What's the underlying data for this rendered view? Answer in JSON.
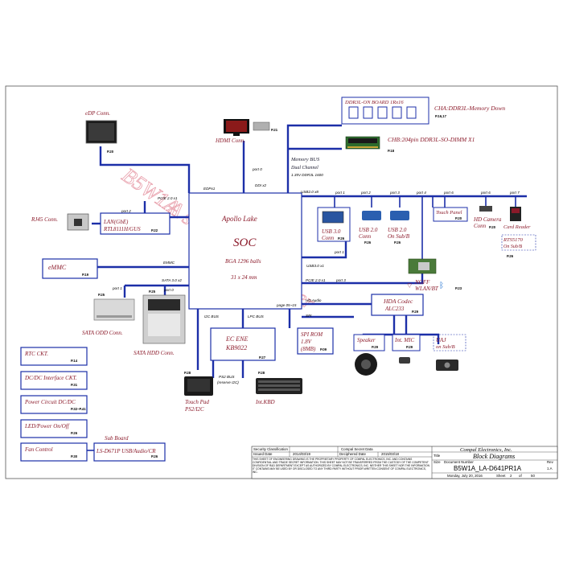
{
  "colors": {
    "wire": "#1c2fa8",
    "label": "#8b1a2a",
    "watermark": "#e8a0ac"
  },
  "soc": {
    "name": "Apollo  Lake",
    "title": "SOC",
    "pkg": "BGA 1296 balls",
    "size": "31 x 24 mm",
    "page": "page 05~15"
  },
  "edp": {
    "label": "eDP Conn.",
    "page": "P.20"
  },
  "hdmi": {
    "label": "HDMI Conn.",
    "page": "P.21"
  },
  "memory": {
    "onboard": "DDR3L-ON BOARD 1Rx16",
    "cha": "CHA:DDR3L-Memory Down",
    "cha_page": "P.16,17",
    "chb": "CHB:204pin DDR3L-SO-DIMM X1",
    "chb_page": "P.18",
    "bus": "Memory BUS",
    "bus2": "Dual Channel",
    "bus3": "1.35V DDR3L 1600"
  },
  "bus_labels": {
    "port0": "port 0",
    "edp": "EDPx1",
    "ddi": "DDI x2",
    "usb20": "USB2.0 x8",
    "pcie20x1_top": "PCIE 2.0 x1",
    "port2": "port 2",
    "emmc_bus": "EMMC",
    "sata": "SATA 3.0 x2",
    "port1_sata": "port 1",
    "port0_sata": "port 0",
    "usb30": "USB3.0 x1",
    "port1_usb30": "port 1",
    "pcie_x1_mid": "PCIE 2.0 x1",
    "port3_pcie": "port 3",
    "hda": "HD Audio",
    "spi": "SPI",
    "dc_bus": "I2C BUS",
    "lpc": "LPC BUS",
    "ps2": "PS2 BUS",
    "ps2b": "(reserve I2C)"
  },
  "usb_ports": [
    "port 1",
    "port 2",
    "port 3",
    "port 4",
    "port 6",
    "port 6",
    "port 7"
  ],
  "lan": {
    "label": "LAN(GbE)",
    "chip": "RTL8111H/GUS",
    "page": "P.22"
  },
  "rj45": {
    "label": "RJ45 Conn."
  },
  "emmc": {
    "label": "eMMC",
    "page": "P.19"
  },
  "odd": {
    "label": "SATA ODD Conn.",
    "page": "P.25"
  },
  "hdd": {
    "label": "SATA HDD Conn.",
    "page": "P.25"
  },
  "ec": {
    "name": "EC ENE",
    "chip": "KB9022",
    "page": "P.27"
  },
  "spirom": {
    "l1": "SPI ROM",
    "l2": "1.8V",
    "l3": "(8MB)",
    "page": "P.09"
  },
  "touchpad": {
    "label": "Touch Pad",
    "label2": "PS2/I2C",
    "page": "P.28"
  },
  "kbd": {
    "label": "Int.KBD",
    "page": "P.28"
  },
  "usb30_conn": {
    "label": "USB 3.0",
    "label2": "Conn",
    "page": "P.26"
  },
  "usb20a": {
    "label": "USB 2.0",
    "label2": "Conn",
    "page": "P.26"
  },
  "usb20b": {
    "label": "USB 2.0",
    "label2": "On Sub/B",
    "page": "P.26"
  },
  "touchpanel": {
    "label": "Touch Panel",
    "page": "P.20"
  },
  "camera": {
    "label": "HD Camera",
    "label2": "Conn",
    "page": "P.20"
  },
  "cardreader": {
    "label": "Card Reader",
    "chip": "RTS5170",
    "sub": "On Sub/B",
    "page": "P.26"
  },
  "ngff": {
    "label": "NGFF",
    "label2": "WLAN/BT",
    "page": "P.23"
  },
  "hda_codec": {
    "name": "HDA Codec",
    "chip": "ALC233",
    "page": "P.29"
  },
  "speaker": {
    "label": "Speaker",
    "page": "P.29"
  },
  "mic": {
    "label": "Int. MIC",
    "page": "P.29"
  },
  "uaj": {
    "label": "UAJ",
    "label2": "on Sub/B"
  },
  "left_boxes": [
    {
      "label": "RTC CKT.",
      "page": "P.14"
    },
    {
      "label": "DC/DC Interface CKT.",
      "page": "P.31"
    },
    {
      "label": "Power Circuit DC/DC",
      "page": "P.32~P.41"
    },
    {
      "label": "LED/Power On/Off",
      "page": "P.26"
    },
    {
      "label": "Fan Control",
      "page": "P.30"
    }
  ],
  "subboard": {
    "title": "Sub Board",
    "label": "LS-D671P  USB/Audio/CR",
    "page": "P.26"
  },
  "watermark": {
    "l1": "B5W1A",
    "l2": "A schematic for acer"
  },
  "title_block": {
    "sec_class": "Security Classification",
    "secret": "Compal Secret Data",
    "issued": "Issued Date",
    "issued_val": "2014/03/19",
    "decipher": "Deciphered Date",
    "decipher_val": "2015/03/18",
    "company": "Compal Electronics, Inc.",
    "title_lbl": "Title",
    "title": "Block Diagrams",
    "size_lbl": "Size",
    "docnum_lbl": "Document Number",
    "rev_lbl": "Rev",
    "docnum": "B5W1A_LA-D641PR1A",
    "rev": "1.A",
    "date": "Monday, July 20, 2016",
    "sheet_lbl": "Sheet",
    "sheet": "2",
    "of": "of",
    "total": "50",
    "disclaimer": "THIS SHEET OF ENGINEERING DRAWING IS THE PROPRIETARY PROPERTY OF COMPAL ELECTRONICS, INC. AND CONTAINS CONFIDENTIAL AND TRADE SECRET INFORMATION. THIS SHEET MAY NOT BE TRANSFERRED FROM THE CUSTODY OF THE COMPETENT DIVISION OF R&D DEPARTMENT EXCEPT AS AUTHORIZED BY COMPAL ELECTRONICS, INC. NEITHER THIS SHEET NOR THE INFORMATION IT CONTAINS MAY BE USED BY OR DISCLOSED TO ANY THIRD PARTY WITHOUT PRIOR WRITTEN CONSENT OF COMPAL ELECTRONICS, INC."
  }
}
